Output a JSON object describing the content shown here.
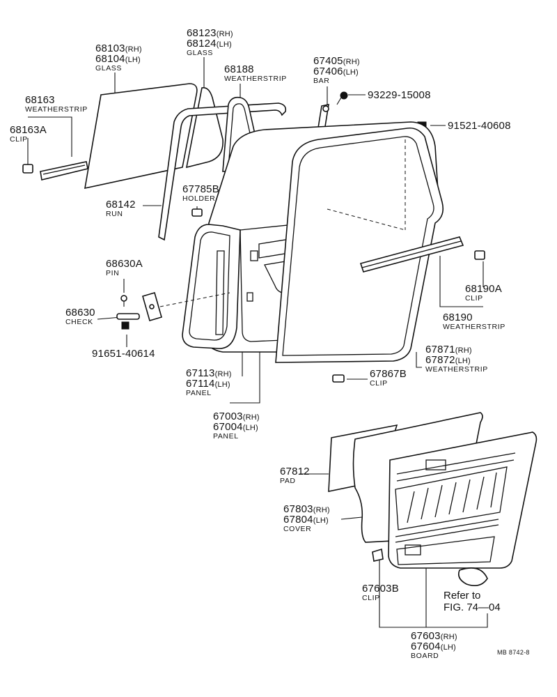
{
  "diagram": {
    "labels": {
      "p68103": {
        "number": "68103",
        "suffix": "(RH)"
      },
      "p68104": {
        "number": "68104",
        "suffix": "(LH)",
        "name": "GLASS"
      },
      "p68123": {
        "number": "68123",
        "suffix": "(RH)"
      },
      "p68124": {
        "number": "68124",
        "suffix": "(LH)",
        "name": "GLASS"
      },
      "p68188": {
        "number": "68188",
        "name": "WEATHERSTRIP"
      },
      "p67405": {
        "number": "67405",
        "suffix": "(RH)"
      },
      "p67406": {
        "number": "67406",
        "suffix": "(LH)",
        "name": "BAR"
      },
      "p93229": {
        "number": "93229-15008"
      },
      "p91521": {
        "number": "91521-40608"
      },
      "p68163": {
        "number": "68163",
        "name": "WEATHERSTRIP"
      },
      "p68163A": {
        "number": "68163A",
        "name": "CLIP"
      },
      "p67785B": {
        "number": "67785B",
        "name": "HOLDER"
      },
      "p68142": {
        "number": "68142",
        "name": "RUN"
      },
      "p68630A": {
        "number": "68630A",
        "name": "PIN"
      },
      "p68630": {
        "number": "68630",
        "name": "CHECK"
      },
      "p91651": {
        "number": "91651-40614"
      },
      "p68190A": {
        "number": "68190A",
        "name": "CLIP"
      },
      "p68190": {
        "number": "68190",
        "name": "WEATHERSTRIP"
      },
      "p67871": {
        "number": "67871",
        "suffix": "(RH)"
      },
      "p67872": {
        "number": "67872",
        "suffix": "(LH)",
        "name": "WEATHERSTRIP"
      },
      "p67867B": {
        "number": "67867B",
        "name": "CLIP"
      },
      "p67113": {
        "number": "67113",
        "suffix": "(RH)"
      },
      "p67114": {
        "number": "67114",
        "suffix": "(LH)",
        "name": "PANEL"
      },
      "p67003": {
        "number": "67003",
        "suffix": "(RH)"
      },
      "p67004": {
        "number": "67004",
        "suffix": "(LH)",
        "name": "PANEL"
      },
      "p67812": {
        "number": "67812",
        "name": "PAD"
      },
      "p67803": {
        "number": "67803",
        "suffix": "(RH)"
      },
      "p67804": {
        "number": "67804",
        "suffix": "(LH)",
        "name": "COVER"
      },
      "p67603B": {
        "number": "67603B",
        "name": "CLIP"
      },
      "p67603": {
        "number": "67603",
        "suffix": "(RH)"
      },
      "p67604": {
        "number": "67604",
        "suffix": "(LH)",
        "name": "BOARD"
      }
    },
    "refer": {
      "line1": "Refer to",
      "line2": "FIG. 74—04"
    },
    "figure_code": "MB 8742-8"
  }
}
